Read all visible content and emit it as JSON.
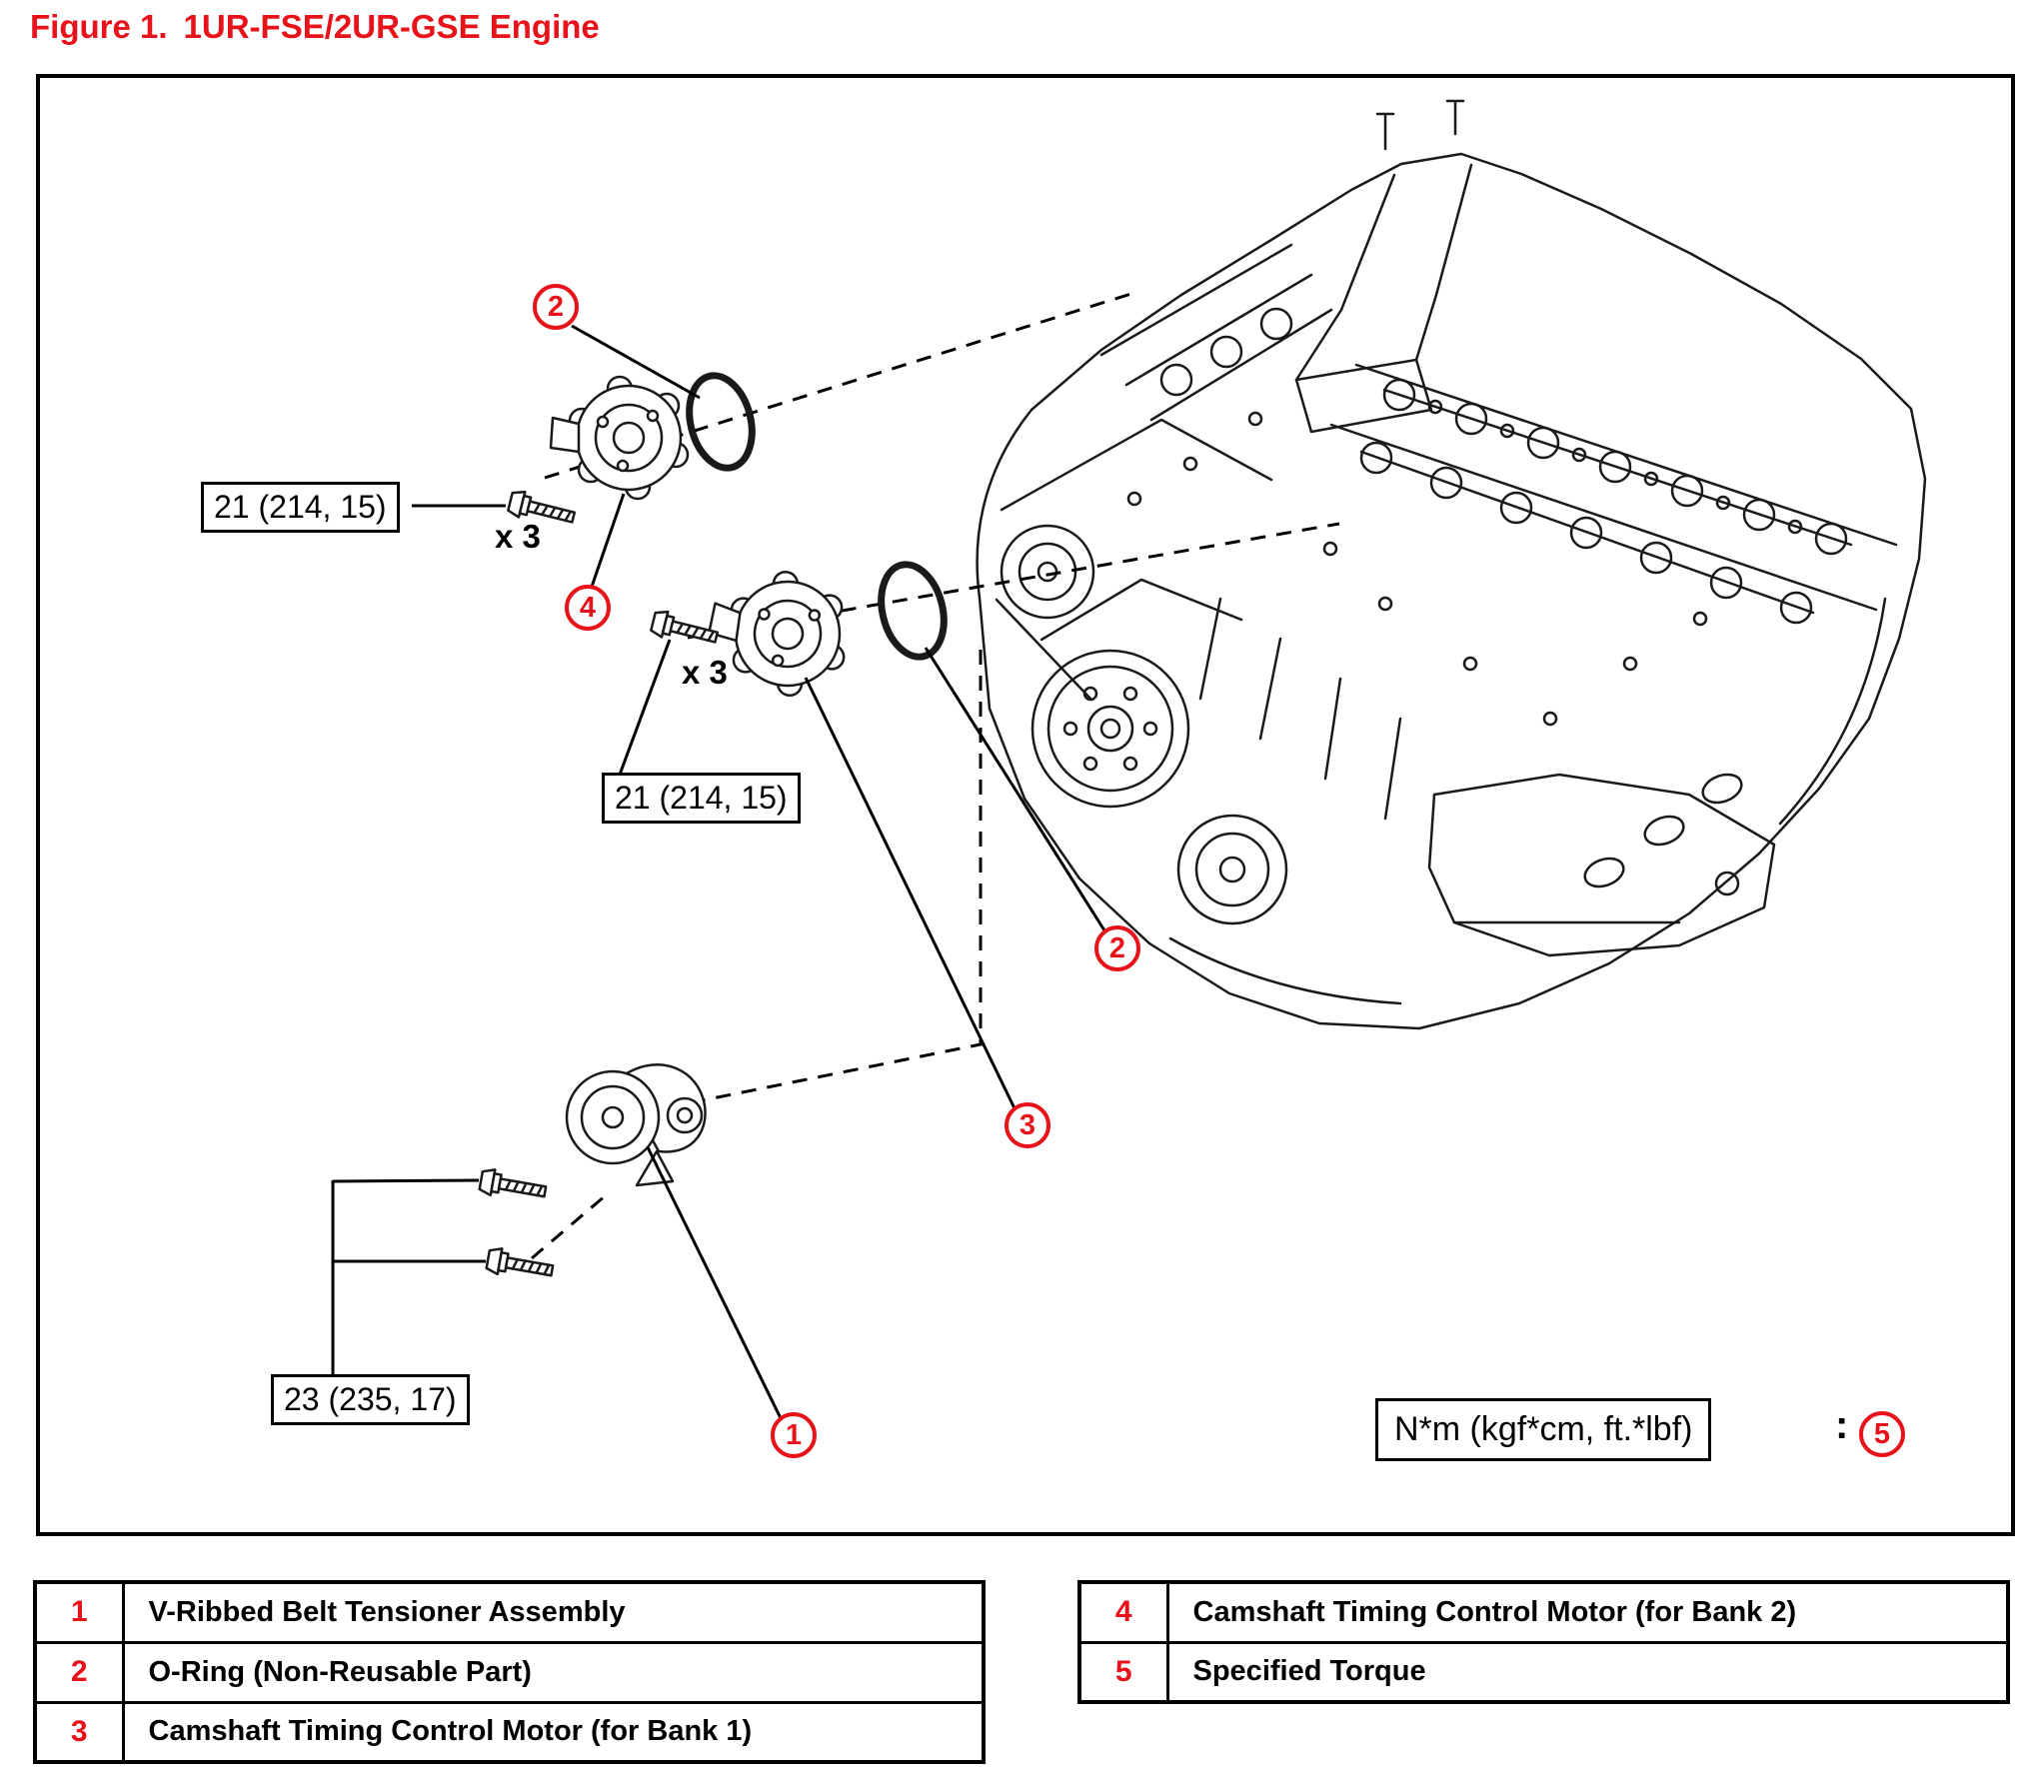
{
  "colors": {
    "accent": "#e8131a",
    "line": "#1a1a1a"
  },
  "title_prefix": "Figure 1.",
  "title_text": "1UR-FSE/2UR-GSE Engine",
  "diagram": {
    "torque_bank2_motor": "21 (214, 15)",
    "torque_bank2_qty": "x 3",
    "torque_bank1_motor": "21 (214, 15)",
    "torque_bank1_qty": "x 3",
    "torque_tensioner": "23 (235, 17)",
    "torque_units_note": "N*m (kgf*cm, ft.*lbf)",
    "torque_units_colon": ":",
    "callouts": {
      "one": "1",
      "two_top": "2",
      "two_mid": "2",
      "three": "3",
      "four": "4",
      "five": "5"
    }
  },
  "legend": {
    "left_rows": [
      {
        "num": "1",
        "label": "V-Ribbed Belt Tensioner Assembly"
      },
      {
        "num": "2",
        "label": "O-Ring (Non-Reusable Part)"
      },
      {
        "num": "3",
        "label": "Camshaft Timing Control Motor (for Bank 1)"
      }
    ],
    "right_rows": [
      {
        "num": "4",
        "label": "Camshaft Timing Control Motor (for Bank 2)"
      },
      {
        "num": "5",
        "label": "Specified Torque"
      }
    ]
  }
}
